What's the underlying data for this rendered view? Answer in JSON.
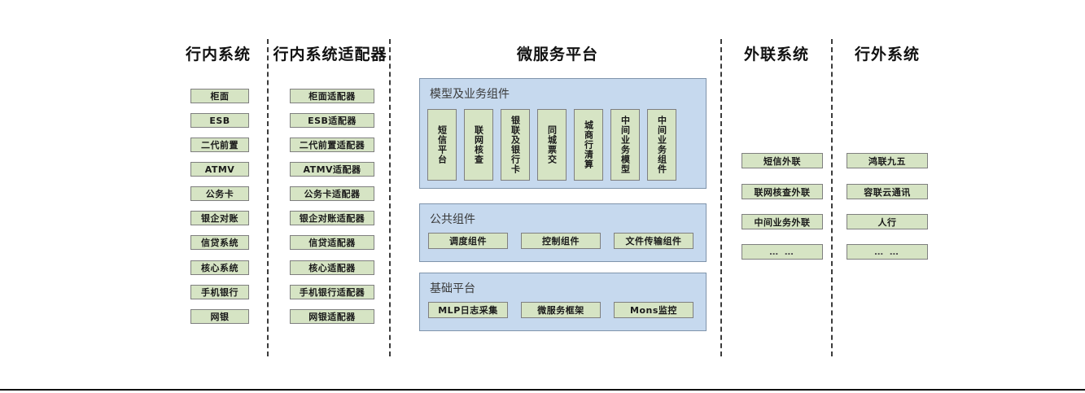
{
  "diagram": {
    "columns": [
      {
        "id": "in-bank-systems",
        "title": "行内系统",
        "items": [
          {
            "label": "柜面"
          },
          {
            "label": "ESB"
          },
          {
            "label": "二代前置"
          },
          {
            "label": "ATMV"
          },
          {
            "label": "公务卡"
          },
          {
            "label": "银企对账"
          },
          {
            "label": "信贷系统"
          },
          {
            "label": "核心系统"
          },
          {
            "label": "手机银行"
          },
          {
            "label": "网银"
          }
        ]
      },
      {
        "id": "in-bank-adapters",
        "title": "行内系统适配器",
        "items": [
          {
            "label": "柜面适配器"
          },
          {
            "label": "ESB适配器"
          },
          {
            "label": "二代前置适配器"
          },
          {
            "label": "ATMV适配器"
          },
          {
            "label": "公务卡适配器"
          },
          {
            "label": "银企对账适配器"
          },
          {
            "label": "信贷适配器"
          },
          {
            "label": "核心适配器"
          },
          {
            "label": "手机银行适配器"
          },
          {
            "label": "网银适配器"
          }
        ]
      },
      {
        "id": "microservice-platform",
        "title": "微服务平台",
        "panels": [
          {
            "id": "model-business-components",
            "title": "模型及业务组件",
            "orientation": "vertical",
            "items": [
              {
                "label": "短信平台"
              },
              {
                "label": "联网核查"
              },
              {
                "label": "银联及银行卡"
              },
              {
                "label": "同城票交"
              },
              {
                "label": "城商行清算"
              },
              {
                "label": "中间业务模型"
              },
              {
                "label": "中间业务组件"
              }
            ]
          },
          {
            "id": "public-components",
            "title": "公共组件",
            "orientation": "horizontal",
            "items": [
              {
                "label": "调度组件"
              },
              {
                "label": "控制组件"
              },
              {
                "label": "文件传输组件"
              }
            ]
          },
          {
            "id": "base-platform",
            "title": "基础平台",
            "orientation": "horizontal",
            "items": [
              {
                "label": "MLP日志采集"
              },
              {
                "label": "微服务框架"
              },
              {
                "label": "Mons监控"
              }
            ]
          }
        ]
      },
      {
        "id": "external-link-systems",
        "title": "外联系统",
        "items": [
          {
            "label": "短信外联"
          },
          {
            "label": "联网核查外联"
          },
          {
            "label": "中间业务外联"
          },
          {
            "label": "… …",
            "faded": true
          }
        ]
      },
      {
        "id": "outside-bank-systems",
        "title": "行外系统",
        "items": [
          {
            "label": "鸿联九五"
          },
          {
            "label": "容联云通讯"
          },
          {
            "label": "人行"
          },
          {
            "label": "… …",
            "faded": true
          }
        ]
      }
    ],
    "colors": {
      "node_fill": "#d6e4c4",
      "node_border": "#7f7f7f",
      "panel_fill": "#c6d9ee",
      "panel_border": "#7f94ab",
      "separator": "#3c3c3c",
      "text": "#1a1a1a"
    }
  }
}
